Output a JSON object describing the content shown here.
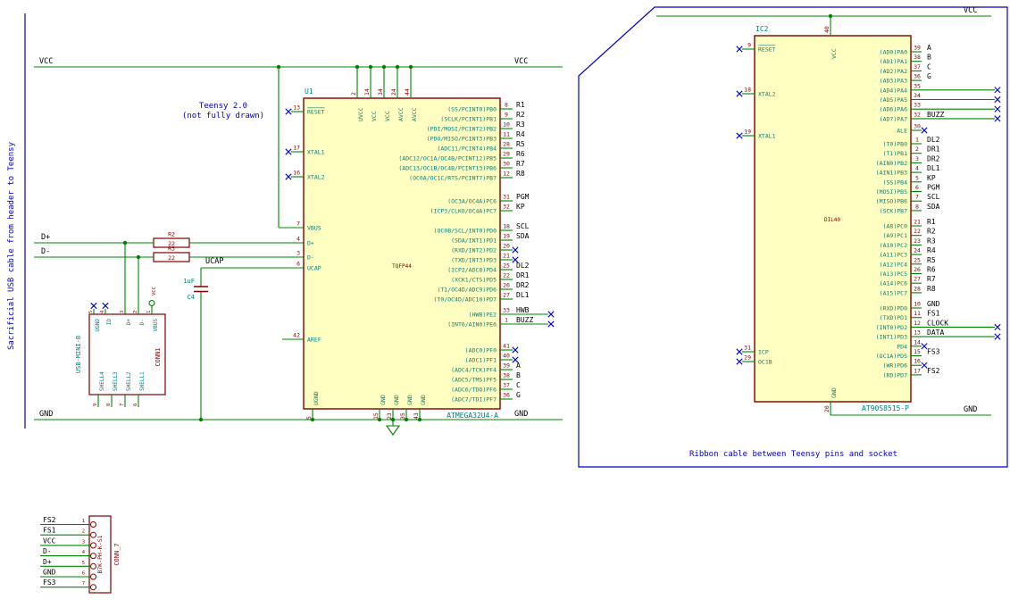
{
  "colors": {
    "wire": "#008400",
    "body_fill": "#FFFFC2",
    "body_stroke": "#800000",
    "pin_name": "#008080",
    "pin_num": "#800000",
    "label": "#000000",
    "note": "#0000C8",
    "nc": "#0000C8"
  },
  "notes": {
    "left_cable": "Sacrificial USB cable from header to Teensy",
    "teensy_line1": "Teensy 2.0",
    "teensy_line2": "(not fully drawn)",
    "ribbon": "Ribbon cable between Teensy pins and socket"
  },
  "rails": {
    "vcc": "VCC",
    "gnd": "GND",
    "dplus": "D+",
    "dminus": "D-",
    "ucap": "UCAP"
  },
  "r2": {
    "ref": "R2",
    "value": "22"
  },
  "r3": {
    "ref": "R3",
    "value": "22"
  },
  "c4": {
    "ref": "C4",
    "value": "1uF"
  },
  "u1": {
    "ref": "U1",
    "value": "ATMEGA32U4-A",
    "footprint": "TQFP44",
    "top_pins": [
      {
        "num": "2",
        "name": "UVCC"
      },
      {
        "num": "14",
        "name": "VCC"
      },
      {
        "num": "34",
        "name": "VCC"
      },
      {
        "num": "24",
        "name": "AVCC"
      },
      {
        "num": "44",
        "name": "AVCC"
      }
    ],
    "left_pins": [
      {
        "num": "13",
        "name": "RESET",
        "bar": true,
        "nc": true
      },
      {
        "num": "17",
        "name": "XTAL1",
        "nc": true
      },
      {
        "num": "16",
        "name": "XTAL2",
        "nc": true
      },
      {
        "num": "7",
        "name": "VBUS"
      },
      {
        "num": "4",
        "name": "D+"
      },
      {
        "num": "3",
        "name": "D-"
      },
      {
        "num": "6",
        "name": "UCAP"
      },
      {
        "num": "42",
        "name": "AREF"
      }
    ],
    "bottom_pins": [
      {
        "num": "5",
        "name": "UGND"
      },
      {
        "num": "15",
        "name": "GND"
      },
      {
        "num": "23",
        "name": "GND"
      },
      {
        "num": "35",
        "name": "GND"
      },
      {
        "num": "43",
        "name": "GND"
      }
    ],
    "right_groups": [
      [
        {
          "num": "8",
          "name": "(SS/PCINT0)PB0",
          "net": "R1"
        },
        {
          "num": "9",
          "name": "(SCLK/PCINT1)PB1",
          "net": "R2"
        },
        {
          "num": "10",
          "name": "(PDI/MOSI/PCINT2)PB2",
          "net": "R3"
        },
        {
          "num": "11",
          "name": "(PDO/MISO/PCINT3)PB3",
          "net": "R4"
        },
        {
          "num": "28",
          "name": "(ADC11/PCINT4)PB4",
          "net": "R5"
        },
        {
          "num": "29",
          "name": "(ADC12/OC1A/OC4B/PCINT12)PB5",
          "net": "R6"
        },
        {
          "num": "30",
          "name": "(ADC13/OC1B/OC4B/PCINT13)PB6",
          "net": "R7"
        },
        {
          "num": "12",
          "name": "(OC0A/OC1C/RTS/PCINT7)PB7",
          "net": "R8"
        }
      ],
      [
        {
          "num": "31",
          "name": "(OC3A/OC4A)PC6",
          "net": "PGM"
        },
        {
          "num": "32",
          "name": "(ICP3/CLK0/OC4A)PC7",
          "net": "KP"
        }
      ],
      [
        {
          "num": "18",
          "name": "(OC0B/SCL/INT0)PD0",
          "net": "SCL"
        },
        {
          "num": "19",
          "name": "(SDA/INT1)PD1",
          "net": "SDA"
        },
        {
          "num": "20",
          "name": "(RXD/INT2)PD2",
          "nc": true
        },
        {
          "num": "21",
          "name": "(TXD/INT3)PD3",
          "nc": true
        },
        {
          "num": "25",
          "name": "(ICP2/ADC8)PD4",
          "net": "DL2"
        },
        {
          "num": "22",
          "name": "(XCK1/CTS)PD5",
          "net": "DR1"
        },
        {
          "num": "26",
          "name": "(T1/OC4D/ADC9)PD6",
          "net": "DR2"
        },
        {
          "num": "27",
          "name": "(T0/OC4D/ADC10)PD7",
          "net": "DL1"
        }
      ],
      [
        {
          "num": "33",
          "name": "(HWB)PE2",
          "net": "HWB",
          "nc": true,
          "long": true
        },
        {
          "num": "1",
          "name": "(INT6/AIN0)PE6",
          "net": "BUZZ",
          "nc": true,
          "long": true
        }
      ],
      [
        {
          "num": "41",
          "name": "(ADC0)PF0",
          "nc": true
        },
        {
          "num": "40",
          "name": "(ADC1)PF1",
          "nc": true
        },
        {
          "num": "39",
          "name": "(ADC4/TCK)PF4",
          "net": "A"
        },
        {
          "num": "38",
          "name": "(ADC5/TMS)PF5",
          "net": "B"
        },
        {
          "num": "37",
          "name": "(ADC6/TDO)PF6",
          "net": "C"
        },
        {
          "num": "36",
          "name": "(ADC7/TDI)PF7",
          "net": "G"
        }
      ]
    ]
  },
  "ic2": {
    "ref": "IC2",
    "value": "AT90S8515-P",
    "footprint": "DIL40",
    "top_pins": [
      {
        "num": "40",
        "name": "VCC"
      }
    ],
    "left_pins": [
      {
        "num": "9",
        "name": "RESET",
        "bar": true,
        "nc": true
      },
      {
        "num": "18",
        "name": "XTAL2",
        "nc": true
      },
      {
        "num": "19",
        "name": "XTAL1",
        "nc": true
      },
      {
        "num": "31",
        "name": "ICP",
        "nc": true
      },
      {
        "num": "29",
        "name": "OC1B",
        "nc": true
      }
    ],
    "bottom_pins": [
      {
        "num": "20",
        "name": "GND"
      }
    ],
    "right_groups": [
      [
        {
          "num": "39",
          "name": "(AD0)PA0",
          "net": "A"
        },
        {
          "num": "38",
          "name": "(AD1)PA1",
          "net": "B"
        },
        {
          "num": "37",
          "name": "(AD2)PA2",
          "net": "C"
        },
        {
          "num": "36",
          "name": "(AD3)PA3",
          "net": "G"
        },
        {
          "num": "35",
          "name": "(AD4)PA4",
          "nc": true,
          "long": true
        },
        {
          "num": "34",
          "name": "(AD5)PA5",
          "nc": true,
          "long": true
        },
        {
          "num": "33",
          "name": "(AD6)PA6",
          "nc": true,
          "long": true
        },
        {
          "num": "32",
          "name": "(AD7)PA7",
          "net": "BUZZ",
          "nc": true,
          "long": true
        }
      ],
      [
        {
          "num": "30",
          "name": "ALE",
          "nc": true
        }
      ],
      [
        {
          "num": "1",
          "name": "(T0)PB0",
          "net": "DL2"
        },
        {
          "num": "2",
          "name": "(T1)PB1",
          "net": "DR1"
        },
        {
          "num": "3",
          "name": "(AIN0)PB2",
          "net": "DR2"
        },
        {
          "num": "4",
          "name": "(AIN1)PB3",
          "net": "DL1"
        },
        {
          "num": "5",
          "name": "(SS)PB4",
          "net": "KP"
        },
        {
          "num": "6",
          "name": "(MOSI)PB5",
          "net": "PGM"
        },
        {
          "num": "7",
          "name": "(MISO)PB6",
          "net": "SCL"
        },
        {
          "num": "8",
          "name": "(SCK)PB7",
          "net": "SDA"
        }
      ],
      [
        {
          "num": "21",
          "name": "(A8)PC0",
          "net": "R1"
        },
        {
          "num": "22",
          "name": "(A9)PC1",
          "net": "R2"
        },
        {
          "num": "23",
          "name": "(A10)PC2",
          "net": "R3"
        },
        {
          "num": "24",
          "name": "(A11)PC3",
          "net": "R4"
        },
        {
          "num": "25",
          "name": "(A12)PC4",
          "net": "R5"
        },
        {
          "num": "26",
          "name": "(A13)PC5",
          "net": "R6"
        },
        {
          "num": "27",
          "name": "(A14)PC6",
          "net": "R7"
        },
        {
          "num": "28",
          "name": "(A15)PC7",
          "net": "R8"
        }
      ],
      [
        {
          "num": "10",
          "name": "(RXD)PD0",
          "net": "GND"
        },
        {
          "num": "11",
          "name": "(TXD)PD1",
          "net": "FS1"
        },
        {
          "num": "12",
          "name": "(INT0)PD2",
          "net": "CLOCK",
          "nc": true,
          "long": true
        },
        {
          "num": "13",
          "name": "(INT1)PD3",
          "net": "DATA",
          "nc": true,
          "long": true
        },
        {
          "num": "14",
          "name": "PD4",
          "nc": true
        },
        {
          "num": "15",
          "name": "(OC1A)PD5",
          "net": "FS3"
        },
        {
          "num": "16",
          "name": "(WR)PD6",
          "nc": true
        },
        {
          "num": "17",
          "name": "(RD)PD7",
          "net": "FS2"
        }
      ]
    ]
  },
  "conn1": {
    "ref": "CONN1",
    "value": "USB-MINI-B",
    "vcc_symbol": "VCC",
    "top_pins": [
      {
        "num": "5",
        "name": "UGND",
        "nc": true
      },
      {
        "num": "4",
        "name": "ID",
        "nc": true
      },
      {
        "num": "3",
        "name": "D+"
      },
      {
        "num": "2",
        "name": "D-"
      },
      {
        "num": "1",
        "name": "VBUS"
      }
    ],
    "bottom_pins": [
      {
        "num": "9",
        "name": "SHELL4"
      },
      {
        "num": "8",
        "name": "SHELL3"
      },
      {
        "num": "7",
        "name": "SHELL2"
      },
      {
        "num": "6",
        "name": "SHELL1"
      }
    ]
  },
  "conn7": {
    "ref": "CONN_7",
    "value": "B7K-PH-K-S1",
    "pins": [
      {
        "num": "1",
        "net": "FS2"
      },
      {
        "num": "2",
        "net": "FS1"
      },
      {
        "num": "3",
        "net": "VCC"
      },
      {
        "num": "4",
        "net": "D-"
      },
      {
        "num": "5",
        "net": "D+"
      },
      {
        "num": "6",
        "net": "GND"
      },
      {
        "num": "7",
        "net": "FS3"
      }
    ]
  }
}
